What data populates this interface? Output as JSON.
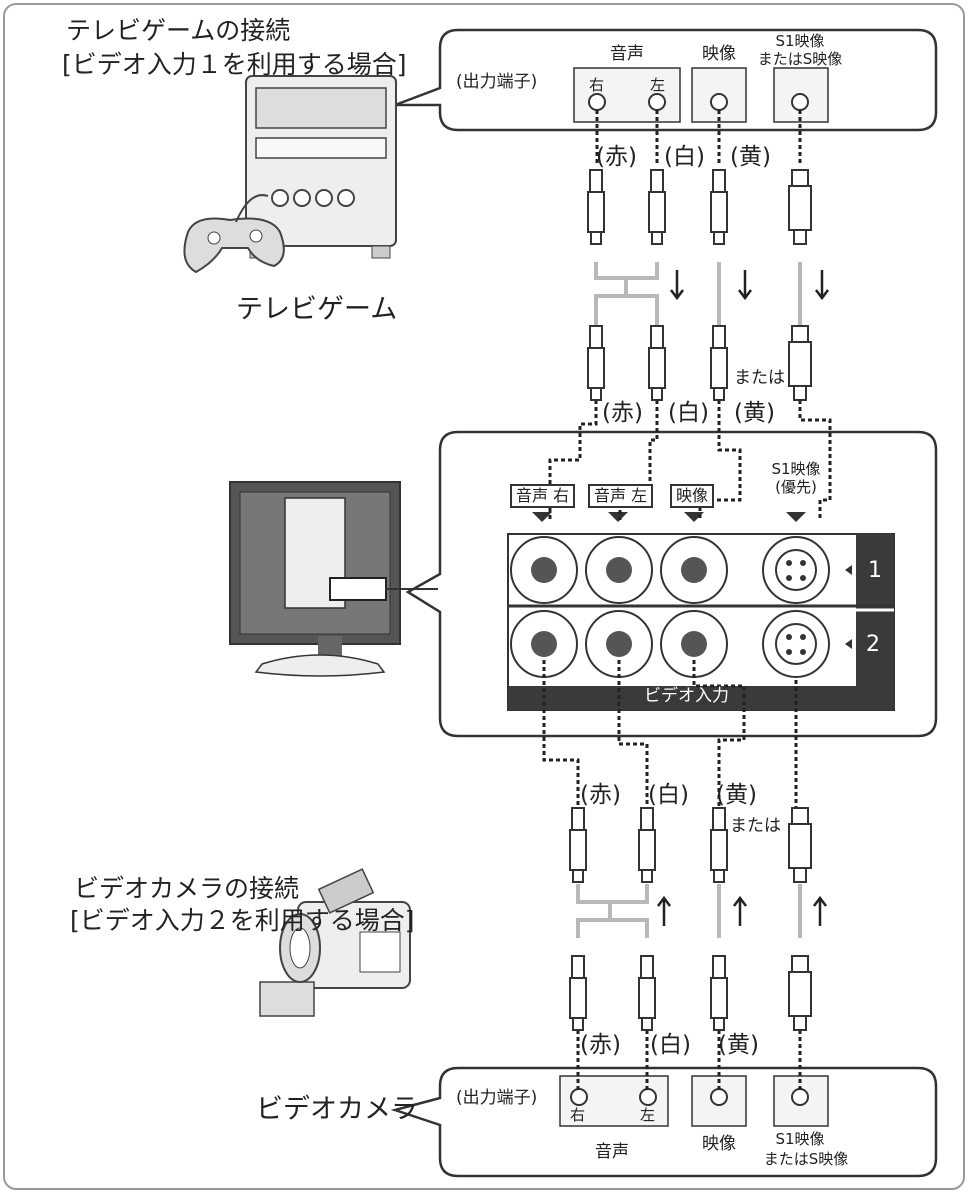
{
  "top_section": {
    "title": "テレビゲームの接続",
    "subtitle": "[ビデオ入力１を利用する場合]",
    "device_label": "テレビゲーム",
    "output_label": "(出力端子)",
    "audio_label": "音声",
    "right_label": "右",
    "left_label": "左",
    "video_label": "映像",
    "s_video_label_1": "S1映像",
    "s_video_label_2": "またはS映像",
    "color_red": "(赤)",
    "color_white": "(白)",
    "color_yellow": "(黄)",
    "or_label": "または"
  },
  "tv_panel": {
    "audio_right": "音声 右",
    "audio_left": "音声 左",
    "video": "映像",
    "s1_line1": "S1映像",
    "s1_line2": "(優先)",
    "input1": "1",
    "input2": "2",
    "video_input": "ビデオ入力"
  },
  "bottom_section": {
    "title": "ビデオカメラの接続",
    "subtitle": "[ビデオ入力２を利用する場合]",
    "device_label": "ビデオカメラ",
    "output_label": "(出力端子)",
    "audio_label": "音声",
    "right_label": "右",
    "left_label": "左",
    "video_label": "映像",
    "s_video_label_1": "S1映像",
    "s_video_label_2": "またはS映像",
    "color_red": "(赤)",
    "color_white": "(白)",
    "color_yellow": "(黄)",
    "or_label": "または"
  },
  "colors": {
    "panel_dark": "#3a3a3a",
    "cable_gray": "#b8b8b8",
    "outline": "#333333"
  }
}
